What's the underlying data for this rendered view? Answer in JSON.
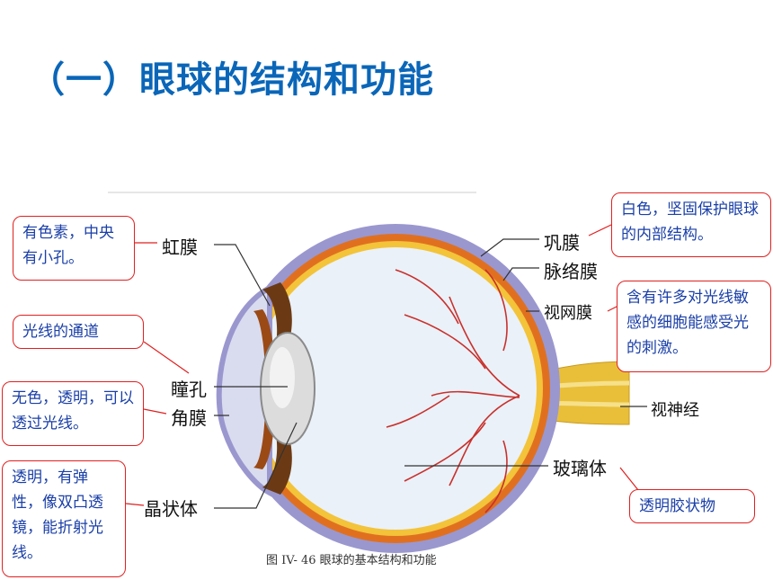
{
  "title": "（一）眼球的结构和功能",
  "labels": {
    "iris": "虹膜",
    "pupil": "瞳孔",
    "cornea": "角膜",
    "lens": "晶状体",
    "sclera": "巩膜",
    "choroid": "脉络膜",
    "retina": "视网膜",
    "optic_nerve": "视神经",
    "vitreous": "玻璃体"
  },
  "callouts": {
    "iris_desc": "有色素，中央有小孔。",
    "pupil_desc": "光线的通道",
    "cornea_desc": "无色，透明，可以透过光线。",
    "lens_desc": "透明，有弹性，像双凸透镜，能折射光线。",
    "sclera_desc": "白色，坚固保护眼球的内部结构。",
    "retina_desc": "含有许多对光线敏感的细胞能感受光的刺激。",
    "vitreous_desc": "透明胶状物"
  },
  "caption": "图 IV- 46    眼球的基本结构和功能",
  "colors": {
    "title": "#0a66b8",
    "callout_border": "#e02020",
    "callout_text": "#1a3fa8",
    "sclera": "#9a97cf",
    "choroid": "#e0701f",
    "retina": "#f3c33a",
    "vitreous": "#eaf1f8",
    "optic_nerve": "#e9bf3a"
  }
}
